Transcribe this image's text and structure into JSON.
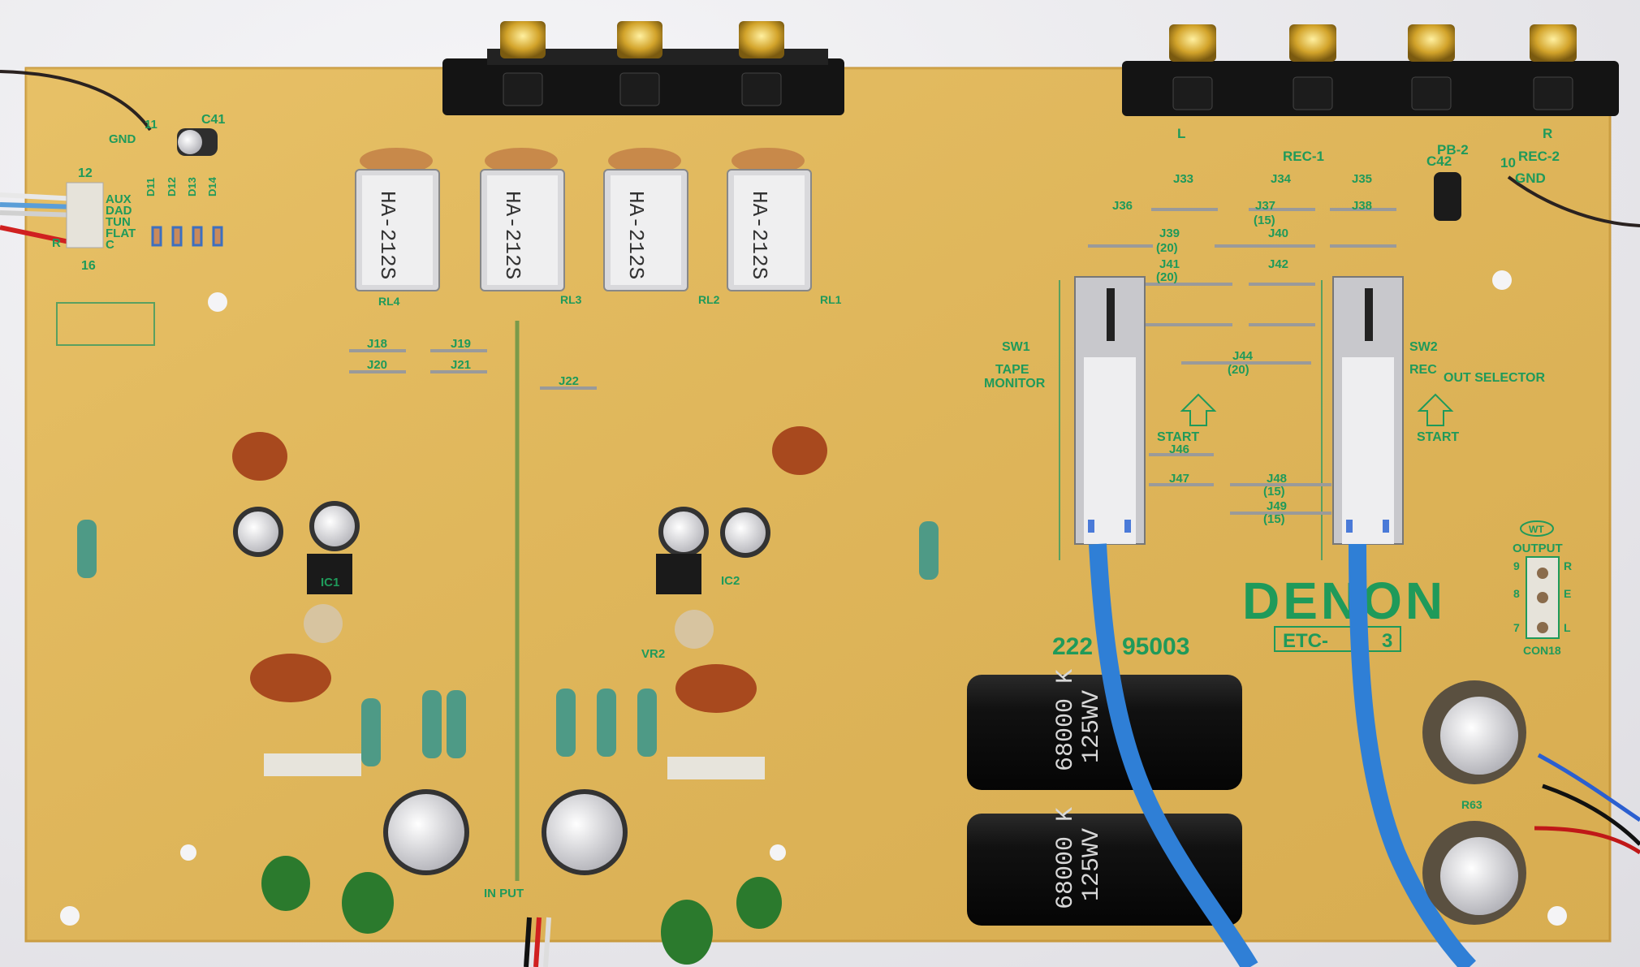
{
  "board": {
    "brand": "DENON",
    "part_number_a": "222",
    "part_number_b": "95003",
    "model_box": "ETC-",
    "model_box_suffix": "3",
    "colors": {
      "board": "#e3b95c",
      "silk": "#1f9a5a",
      "cable": "#2f7fd6",
      "cap": "#141414"
    }
  },
  "input_connector": {
    "ref_top": "12",
    "ref_bottom": "16",
    "labels": [
      "AUX",
      "DAD",
      "TUN",
      "FLAT",
      "C"
    ],
    "side_label": "R",
    "gnd": "GND",
    "gnd_ref": "11",
    "cap": "C41",
    "diodes": [
      "D11",
      "D12",
      "D13",
      "D14"
    ]
  },
  "relays": [
    {
      "ref": "RL4",
      "label": "HA-212S"
    },
    {
      "ref": "RL3",
      "label": "HA-212S"
    },
    {
      "ref": "RL2",
      "label": "HA-212S"
    },
    {
      "ref": "RL1",
      "label": "HA-212S"
    }
  ],
  "rear_jacks": {
    "labels": [
      "PB-2",
      "REC-1",
      "REC-2",
      "C42",
      "10",
      "GND"
    ],
    "lr": [
      "L",
      "R"
    ]
  },
  "jumpers": [
    {
      "ref": "J33"
    },
    {
      "ref": "J34"
    },
    {
      "ref": "J35"
    },
    {
      "ref": "J36"
    },
    {
      "ref": "J37",
      "note": "(15)"
    },
    {
      "ref": "J38"
    },
    {
      "ref": "J39",
      "note": "(20)"
    },
    {
      "ref": "J40"
    },
    {
      "ref": "J41",
      "note": "(20)"
    },
    {
      "ref": "J42"
    },
    {
      "ref": "J44",
      "note": "(20)"
    },
    {
      "ref": "J46"
    },
    {
      "ref": "J47"
    },
    {
      "ref": "J48",
      "note": "(15)"
    },
    {
      "ref": "J49",
      "note": "(15)"
    },
    {
      "ref": "J18"
    },
    {
      "ref": "J19"
    },
    {
      "ref": "J20"
    },
    {
      "ref": "J21"
    },
    {
      "ref": "J22"
    }
  ],
  "switches": [
    {
      "ref": "SW1",
      "name_line1": "TAPE",
      "name_line2": "MONITOR",
      "start": "START"
    },
    {
      "ref": "SW2",
      "name_line1": "REC",
      "name_line2": "OUT SELECTOR",
      "start": "START"
    }
  ],
  "filter_caps": [
    {
      "value": "68000 K",
      "voltage": "125WV"
    },
    {
      "value": "68000 K",
      "voltage": "125WV"
    }
  ],
  "output_connector": {
    "badge": "WT",
    "title": "OUTPUT",
    "pins": [
      {
        "num": "9",
        "sig": "R"
      },
      {
        "num": "8",
        "sig": "E"
      },
      {
        "num": "7",
        "sig": "L"
      }
    ],
    "ref": "CON18"
  },
  "misc_labels": {
    "input": "IN PUT",
    "ic1": "IC1",
    "ic2": "IC2",
    "vr": "VR2",
    "r63": "R63"
  }
}
